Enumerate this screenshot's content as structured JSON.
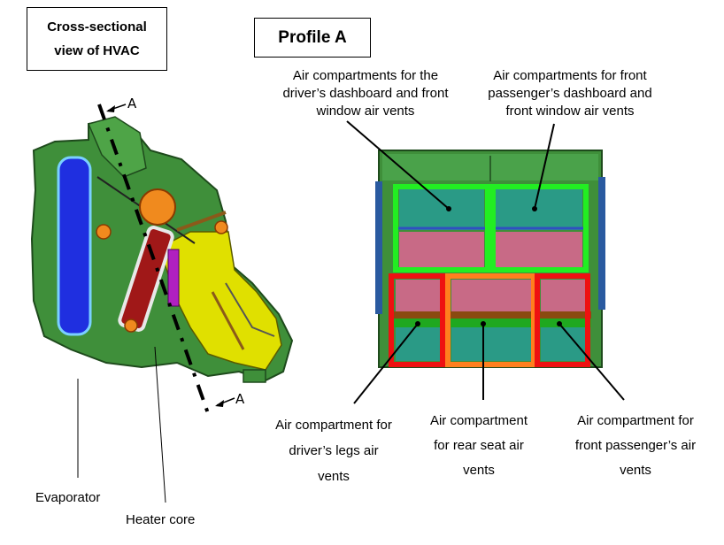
{
  "title_box": {
    "line1": "Cross-sectional",
    "line2": "view of HVAC"
  },
  "profile_label": "Profile A",
  "section_marker": "A",
  "cross_section_labels": {
    "evaporator": "Evaporator",
    "heater_core": "Heater core"
  },
  "compartments": {
    "driver_dash": [
      "Air compartments for the",
      "driver’s dashboard and front",
      "window air vents"
    ],
    "passenger_dash": [
      "Air compartments for front",
      "passenger’s dashboard and",
      "front window air vents"
    ],
    "driver_legs": [
      "Air compartment for",
      "driver’s legs air",
      "vents"
    ],
    "rear_seat": [
      "Air compartment",
      "for rear seat air",
      "vents"
    ],
    "passenger_legs": [
      "Air compartment for",
      "front passenger’s air",
      "vents"
    ]
  },
  "colors": {
    "housing_green": "#3f8f3a",
    "evaporator_blue": "#1f2fe0",
    "heater_red": "#a01818",
    "duct_yellow": "#e0e000",
    "dash_box_green": "#22ee22",
    "legs_box_red": "#ee1111",
    "rear_box_orange": "#ff7f1e",
    "chamber_pink": "#c86a86",
    "chamber_teal": "#2a9a86"
  }
}
